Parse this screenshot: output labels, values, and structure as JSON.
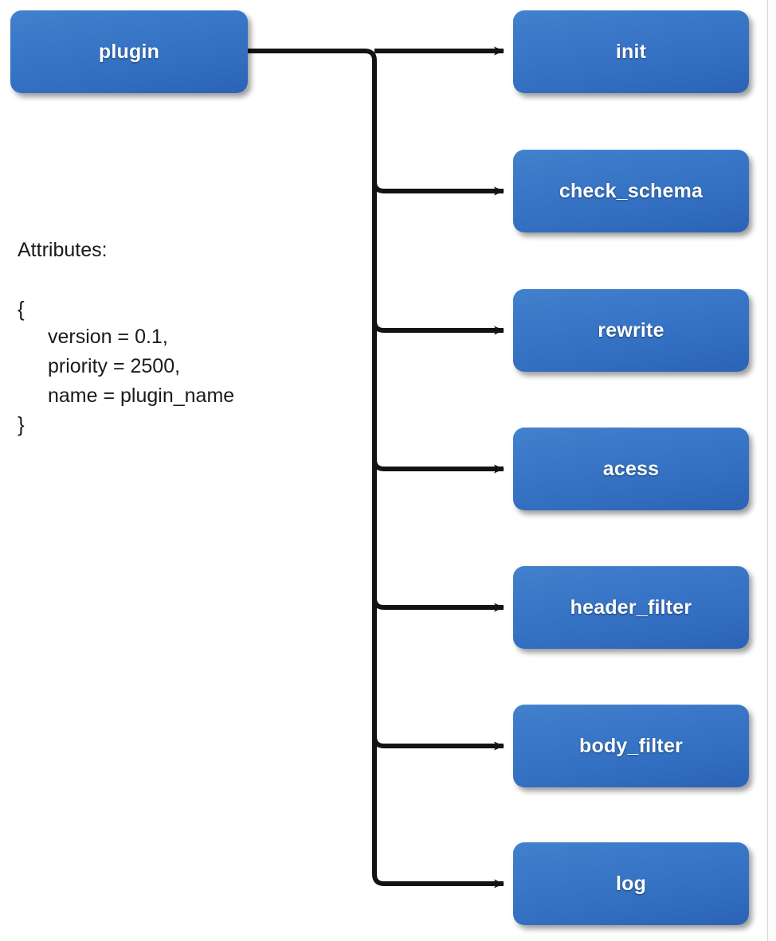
{
  "diagram": {
    "root": {
      "label": "plugin"
    },
    "leaves": [
      {
        "label": "init"
      },
      {
        "label": "check_schema"
      },
      {
        "label": "rewrite"
      },
      {
        "label": "acess"
      },
      {
        "label": "header_filter"
      },
      {
        "label": "body_filter"
      },
      {
        "label": "log"
      }
    ],
    "attributes_panel": {
      "title": "Attributes:",
      "open_brace": "{",
      "close_brace": "}",
      "entries": [
        "version = 0.1,",
        "priority = 2500,",
        "name = plugin_name"
      ]
    },
    "colors": {
      "node_top": "#4281cd",
      "node_bottom": "#2b63b6",
      "node_text": "#ffffff",
      "connector": "#131313",
      "background": "#ffffff",
      "body_text": "#1a1a1a"
    }
  }
}
